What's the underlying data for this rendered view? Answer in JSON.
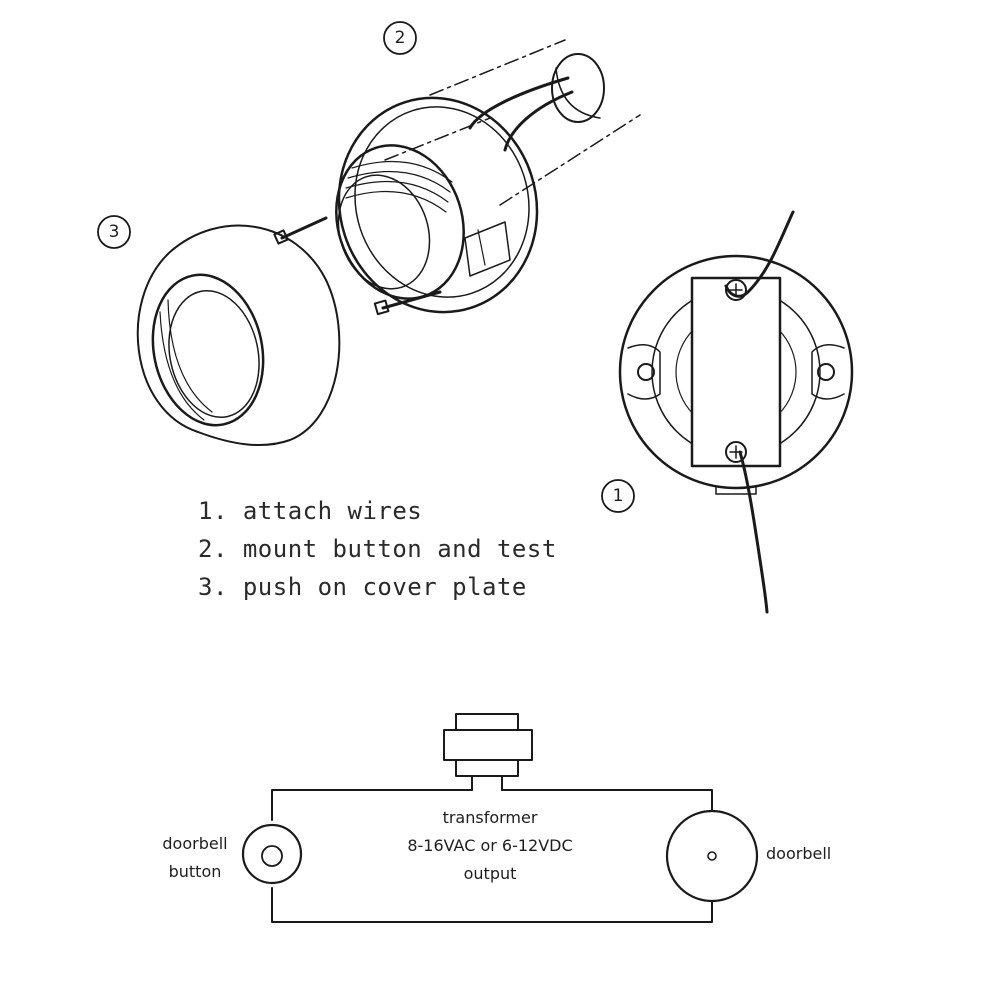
{
  "callouts": {
    "step1": "1",
    "step2": "2",
    "step3": "3"
  },
  "steps": [
    "1. attach wires",
    "2. mount button and test",
    "3. push on cover plate"
  ],
  "wiring": {
    "button_line1": "doorbell",
    "button_line2": "button",
    "transformer_line1": "transformer",
    "transformer_line2": "8-16VAC or 6-12VDC",
    "transformer_line3": "output",
    "doorbell": "doorbell"
  },
  "colors": {
    "ink": "#1a1a1a",
    "paper": "#ffffff"
  }
}
